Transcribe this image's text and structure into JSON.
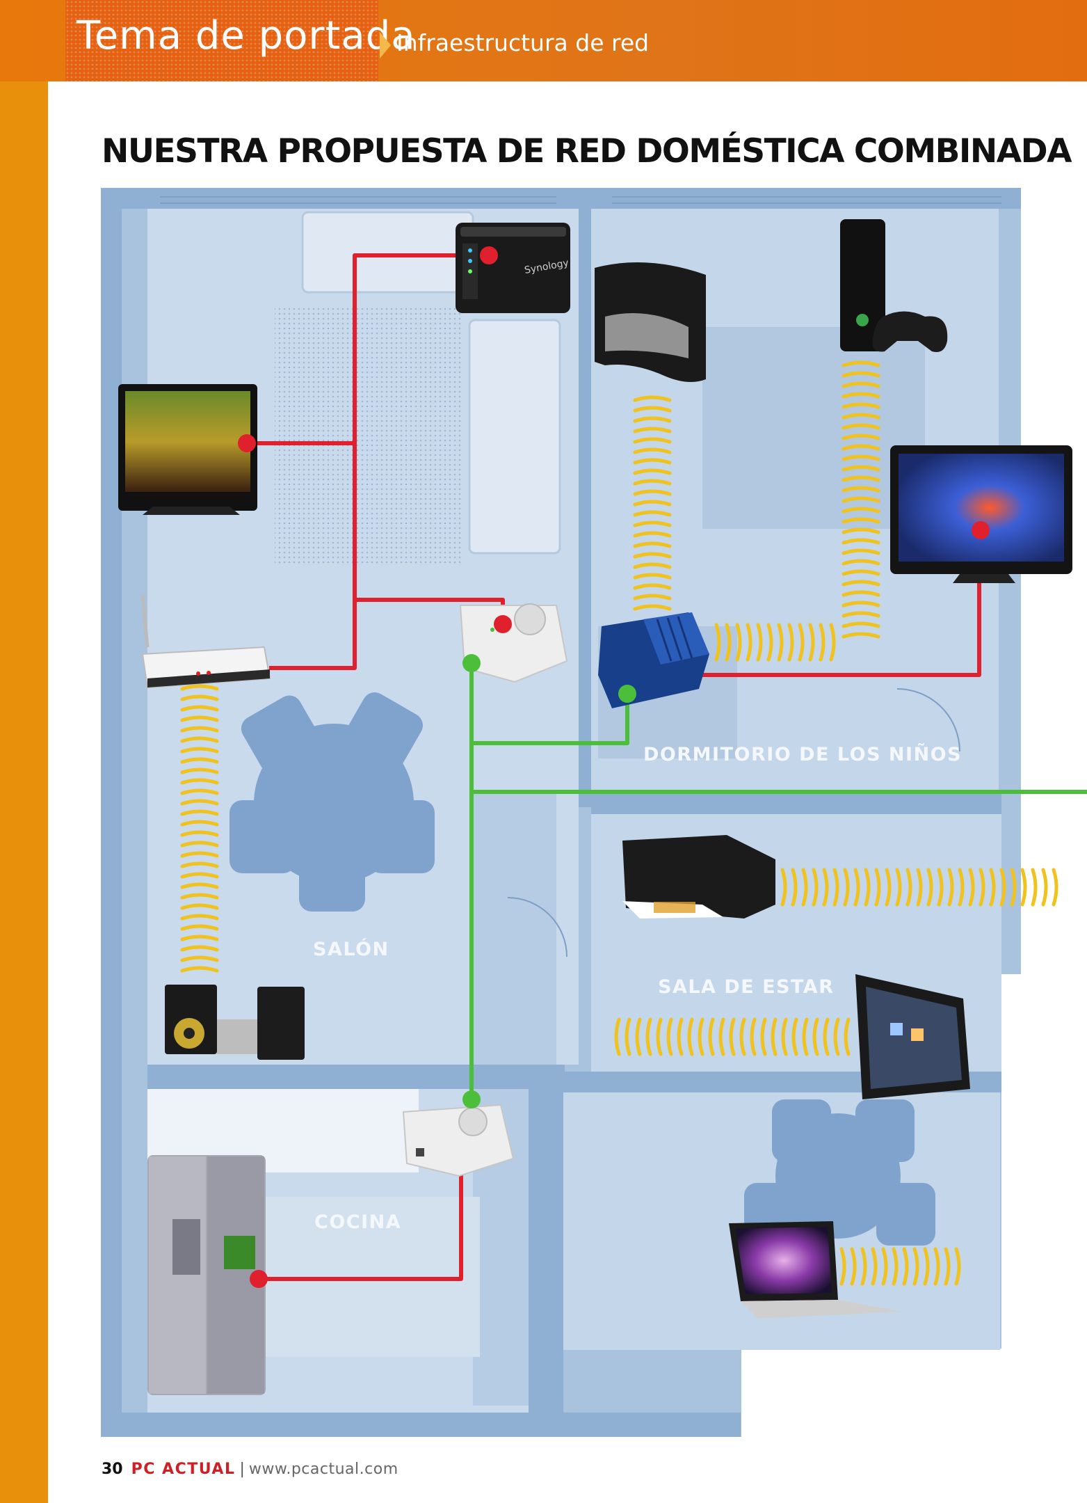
{
  "header": {
    "section": "Tema de portada",
    "subsection": "Infraestructura de red"
  },
  "page_title": "NUESTRA PROPUESTA DE RED DOMÉSTICA COMBINADA",
  "rooms": {
    "kids_bedroom": "DORMITORIO DE LOS NIÑOS",
    "living_room": "SALÓN",
    "lounge": "SALA DE ESTAR",
    "kitchen": "COCINA"
  },
  "devices": {
    "nas_brand": "Synology"
  },
  "footer": {
    "page_number": "30",
    "magazine": "PC ACTUAL",
    "separator": "|",
    "url": "www.pcactual.com"
  },
  "colors": {
    "sidebar": "#e8900c",
    "header": "#e07418",
    "floor": "#a9c3df",
    "ethernet_link": "#e0202c",
    "powerline_link": "#4cbf3a",
    "wifi_link": "#f0c21e"
  }
}
